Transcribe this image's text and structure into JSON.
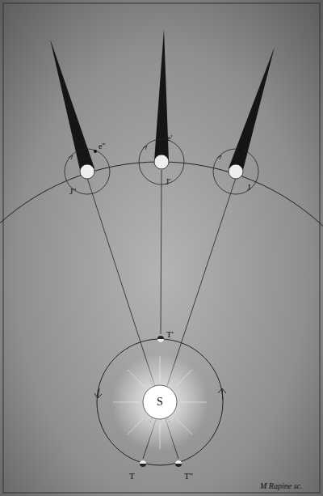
{
  "diagram": {
    "nodes": [
      {
        "text": [
          "S"
        ]
      }
    ],
    "labels": [
      "J''",
      "J'",
      "J",
      "e''",
      "e'",
      "e",
      "T'",
      "T",
      "T''",
      "M Rapine sc."
    ]
  }
}
